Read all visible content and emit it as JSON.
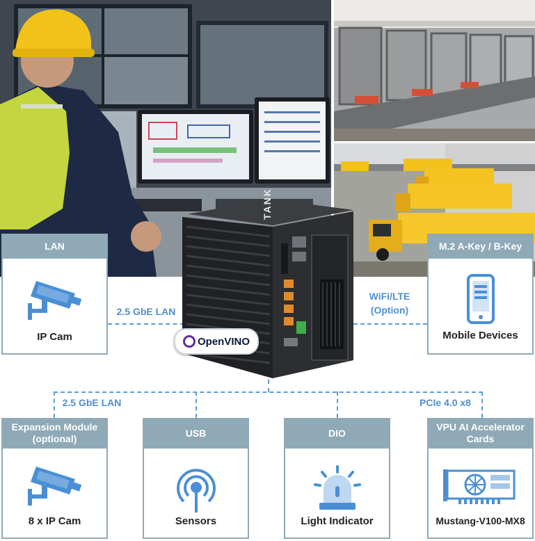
{
  "cards": {
    "lan": {
      "title": "LAN",
      "label": "IP Cam"
    },
    "m2": {
      "title": "M.2 A-Key / B-Key",
      "label": "Mobile Devices"
    },
    "expansion": {
      "title": "Expansion Module (optional)",
      "label": "8 x IP Cam"
    },
    "usb": {
      "title": "USB",
      "label": "Sensors"
    },
    "dio": {
      "title": "DIO",
      "label": "Light Indicator"
    },
    "vpu": {
      "title": "VPU AI Accelerator Cards",
      "label": "Mustang-V100-MX8"
    }
  },
  "links": {
    "lan_top": "2.5 GbE LAN",
    "wifi_line1": "WiFi/LTE",
    "wifi_line2": "(Option)",
    "lan_bottom": "2.5 GbE LAN",
    "pcie": "PCIe 4.0 x8"
  },
  "device": {
    "brand": "TANK"
  },
  "badge": {
    "logo": "OpenVINO"
  },
  "colors": {
    "card_header": "#8fa9b7",
    "connector": "#5b9bd5",
    "link_text": "#4f8fd0",
    "icon": "#4a8fd6"
  }
}
